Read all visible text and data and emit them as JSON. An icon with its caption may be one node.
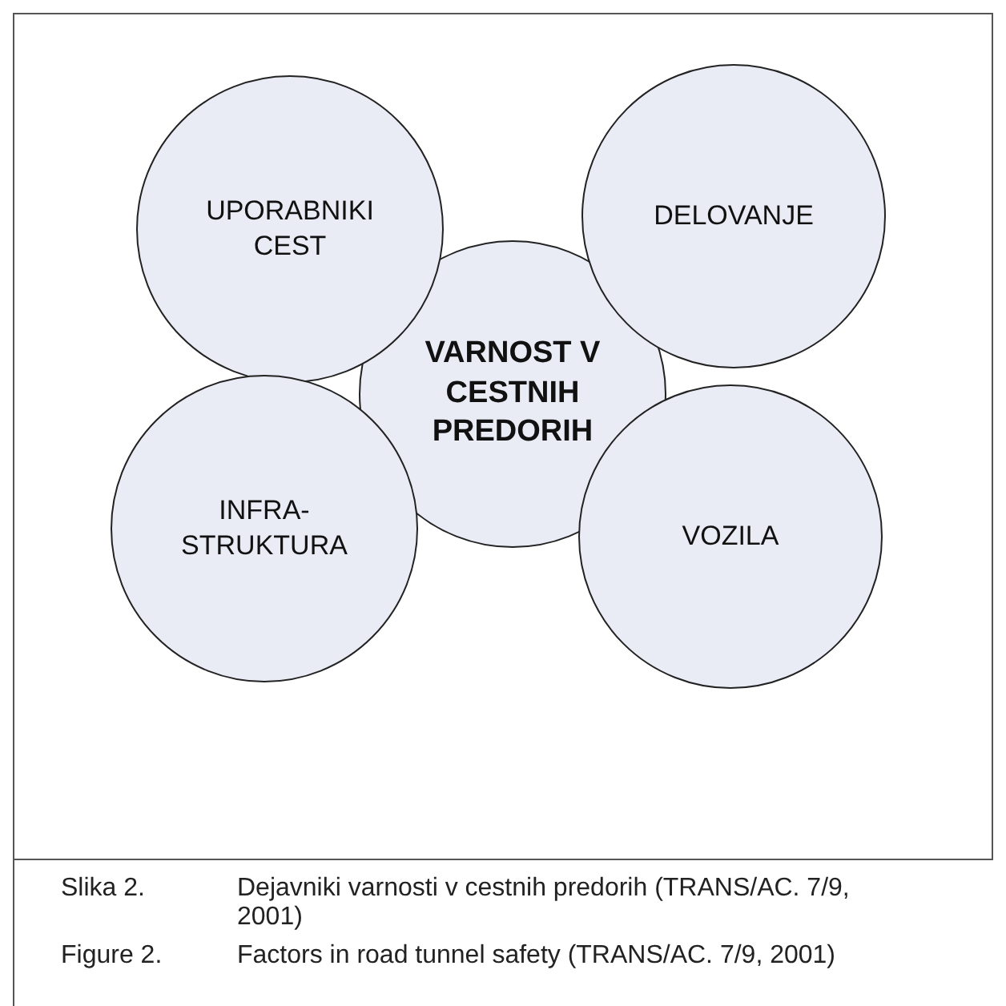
{
  "diagram": {
    "nodes": [
      {
        "text": [
          "UPORABNIKI CEST"
        ]
      },
      {
        "text": [
          "DELOVANJE"
        ]
      },
      {
        "text": [
          "VARNOST V CESTNIH PREDORIH"
        ]
      },
      {
        "text": [
          "INFRA-STRUKTURA"
        ]
      },
      {
        "text": [
          "VOZILA"
        ]
      }
    ],
    "labels": [
      "Slika 2.",
      "Dejavniki varnosti v cestnih predorih (TRANS/AC. 7/9, 2001)",
      "Figure 2.",
      "Factors in road tunnel safety (TRANS/AC. 7/9, 2001)"
    ]
  }
}
